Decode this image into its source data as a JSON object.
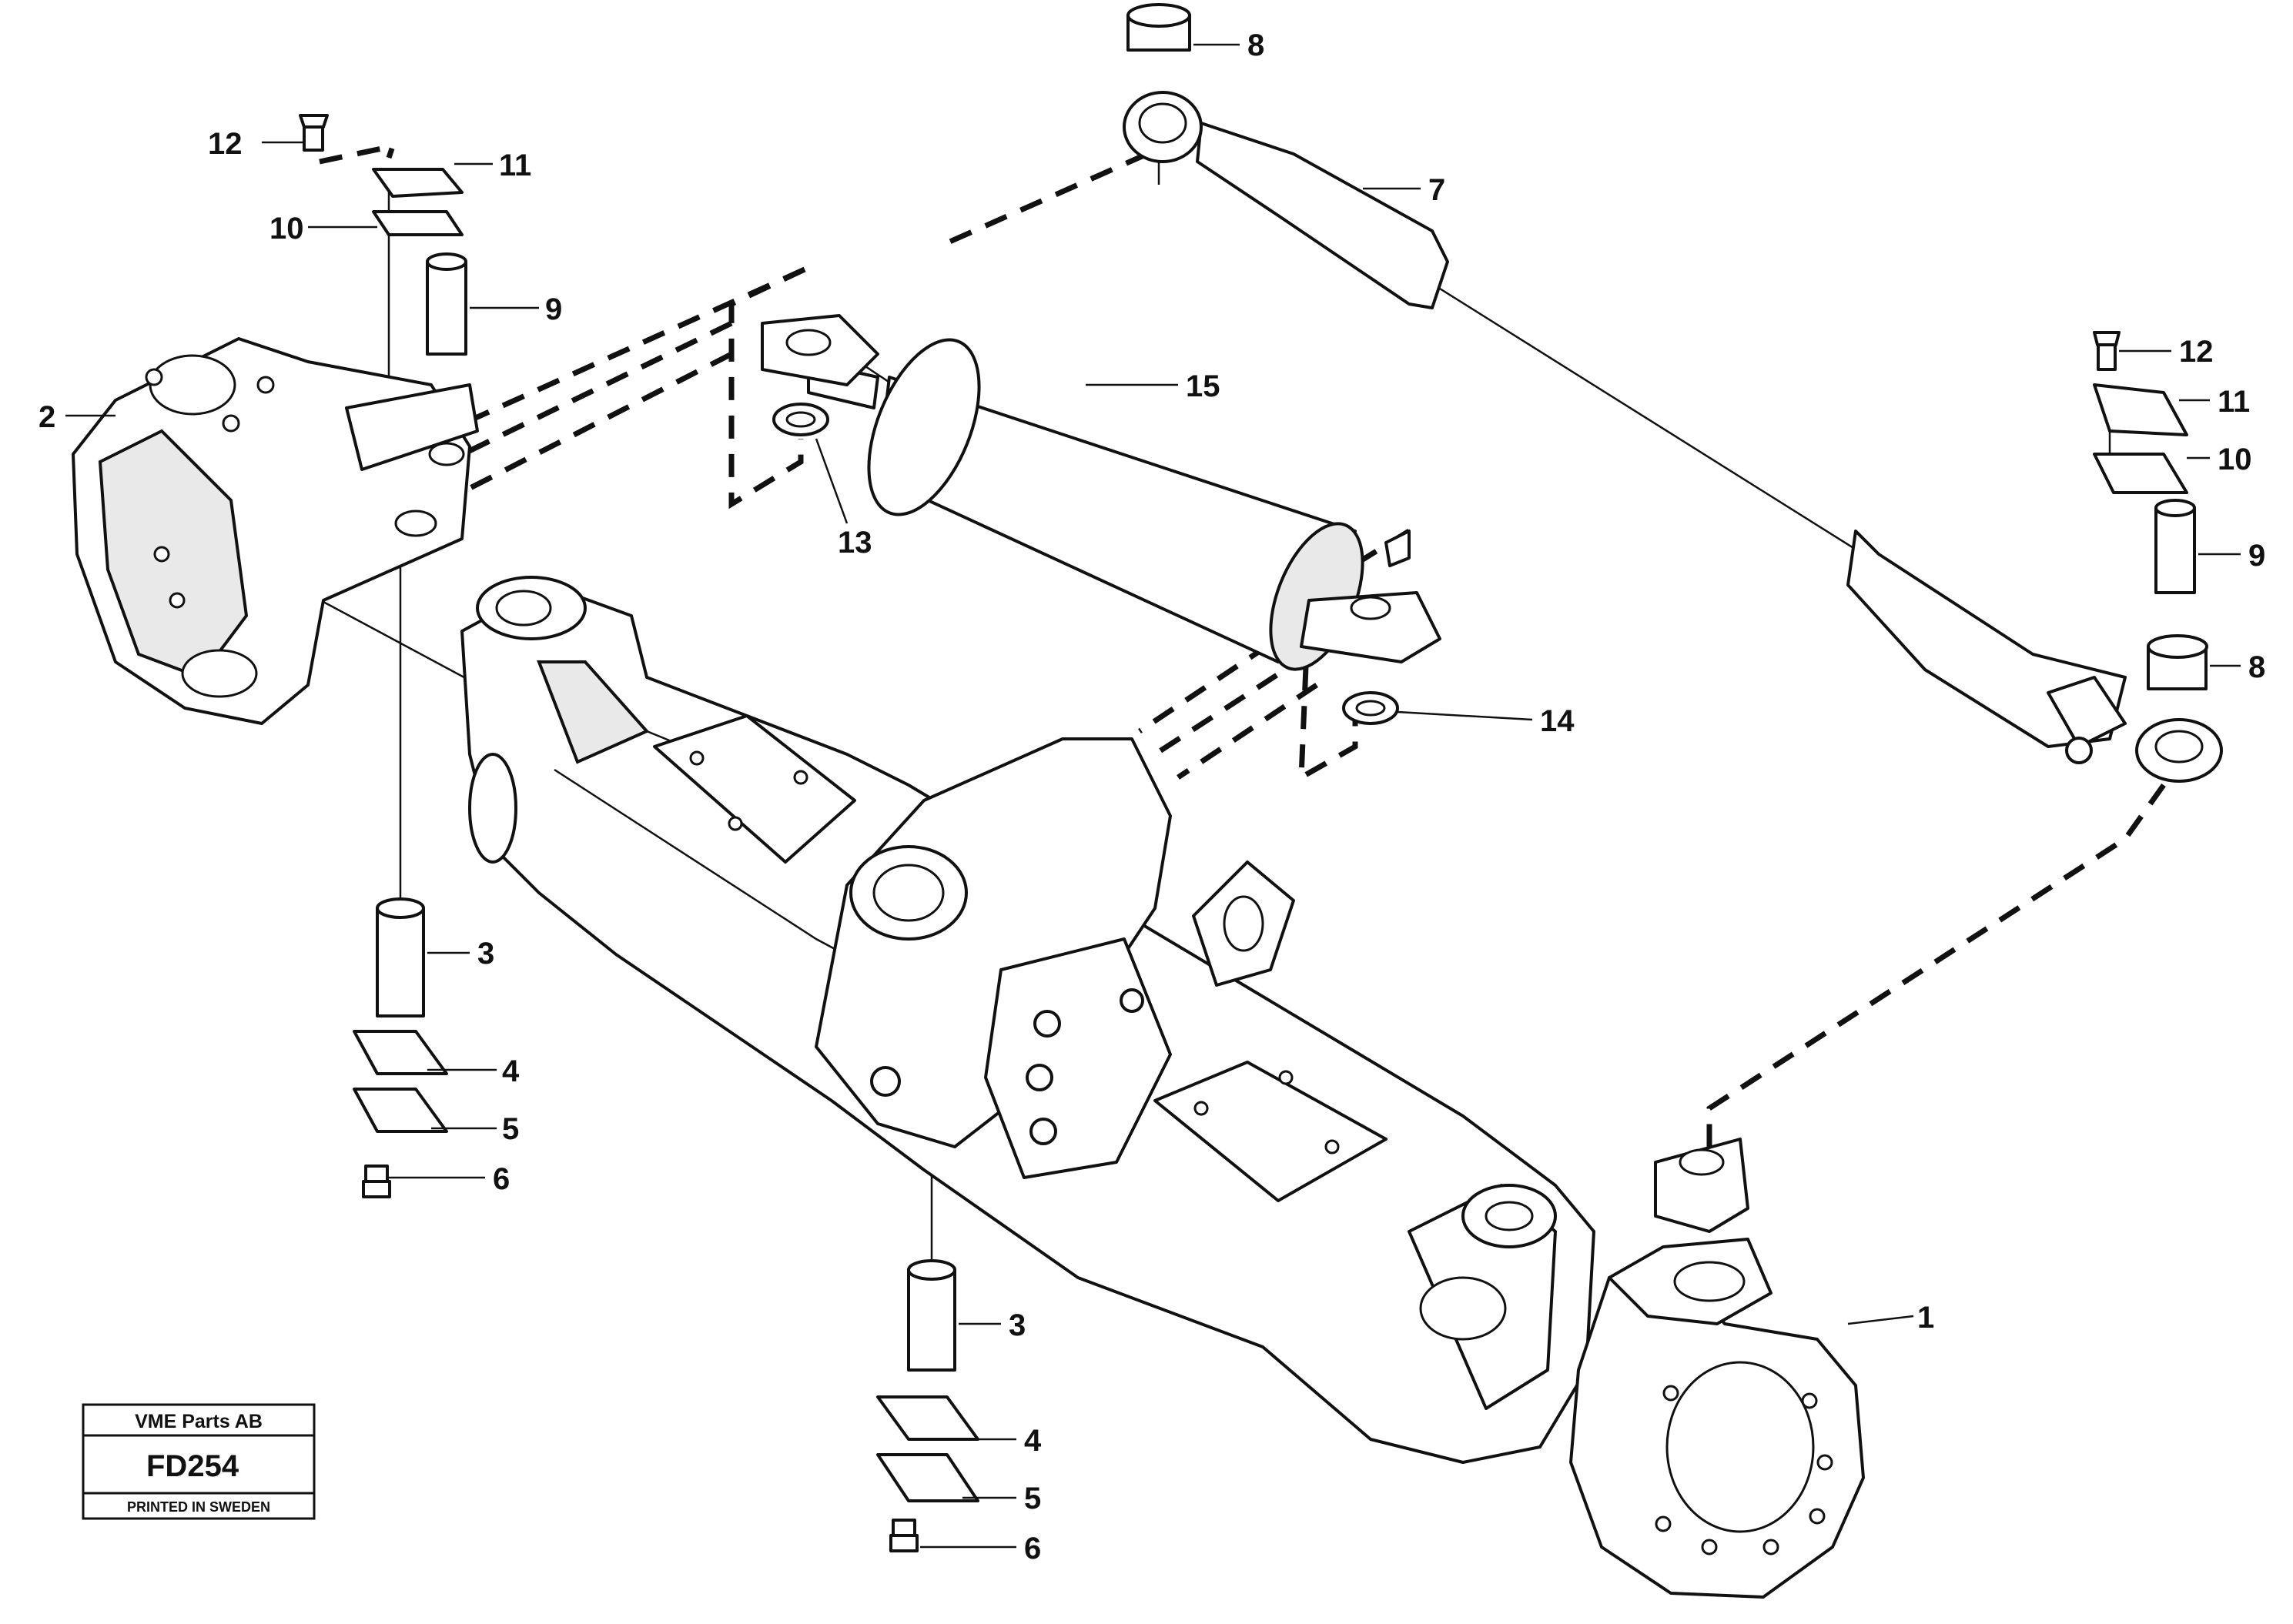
{
  "callouts": {
    "c1": "1",
    "c2": "2",
    "c3a": "3",
    "c3b": "3",
    "c4a": "4",
    "c4b": "4",
    "c5a": "5",
    "c5b": "5",
    "c6a": "6",
    "c6b": "6",
    "c7": "7",
    "c8a": "8",
    "c8b": "8",
    "c9a": "9",
    "c9b": "9",
    "c10a": "10",
    "c10b": "10",
    "c11a": "11",
    "c11b": "11",
    "c12a": "12",
    "c12b": "12",
    "c13": "13",
    "c14": "14",
    "c15": "15"
  },
  "stamp": {
    "company": "VME Parts AB",
    "code": "FD254",
    "printed": "PRINTED IN SWEDEN"
  }
}
